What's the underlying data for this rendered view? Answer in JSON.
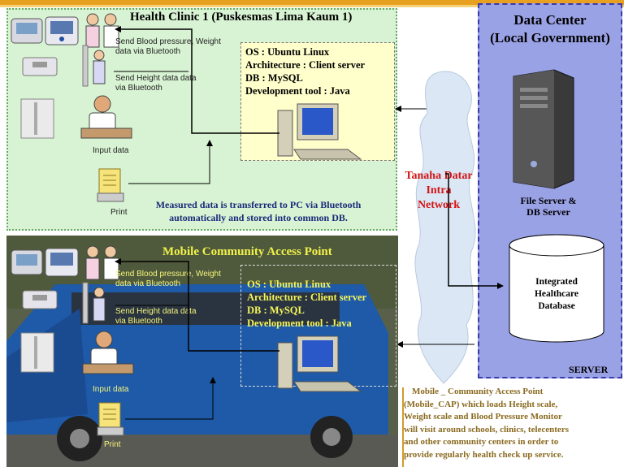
{
  "clinic": {
    "title": "Health Clinic 1  (Puskesmas Lima Kaum 1)",
    "send_bp": "Send Blood pressure, Weight data via Bluetooth",
    "send_height": "Send Height data data via Bluetooth",
    "input_data": "Input data",
    "print": "Print",
    "specs": {
      "os": "OS : Ubuntu Linux",
      "arch": "Architecture : Client server",
      "db": "DB : MySQL",
      "tool": "Development tool : Java"
    },
    "measured_line1": "Measured data is transferred to PC via Bluetooth",
    "measured_line2": "automatically  and stored into common DB."
  },
  "network": {
    "line1": "Tanaha Datar",
    "line2": "Intra",
    "line3": "Network"
  },
  "data_center": {
    "title_line1": "Data Center",
    "title_line2": "(Local Government)",
    "file_server_line1": "File Server &",
    "file_server_line2": "DB Server",
    "database_line1": "Integrated",
    "database_line2": "Healthcare",
    "database_line3": "Database",
    "server": "SERVER"
  },
  "mobile": {
    "title": "Mobile   Community Access Point",
    "send_bp": "Send Blood pressure, Weight data via Bluetooth",
    "send_height": "Send Height data data via Bluetooth",
    "input_data": "Input data",
    "print": "Print",
    "specs": {
      "os": "OS : Ubuntu Linux",
      "arch": "Architecture : Client server",
      "db": "DB : MySQL",
      "tool": "Development tool : Java"
    }
  },
  "description": {
    "line1": "Mobile _ Community Access Point",
    "line2": "(Mobile_CAP) which loads Height scale,",
    "line3": "Weight scale and Blood Pressure Monitor",
    "line4": "will visit around schools, clinics, telecenters",
    "line5": "and other community centers in order to",
    "line6": "provide regularly health check up service."
  }
}
